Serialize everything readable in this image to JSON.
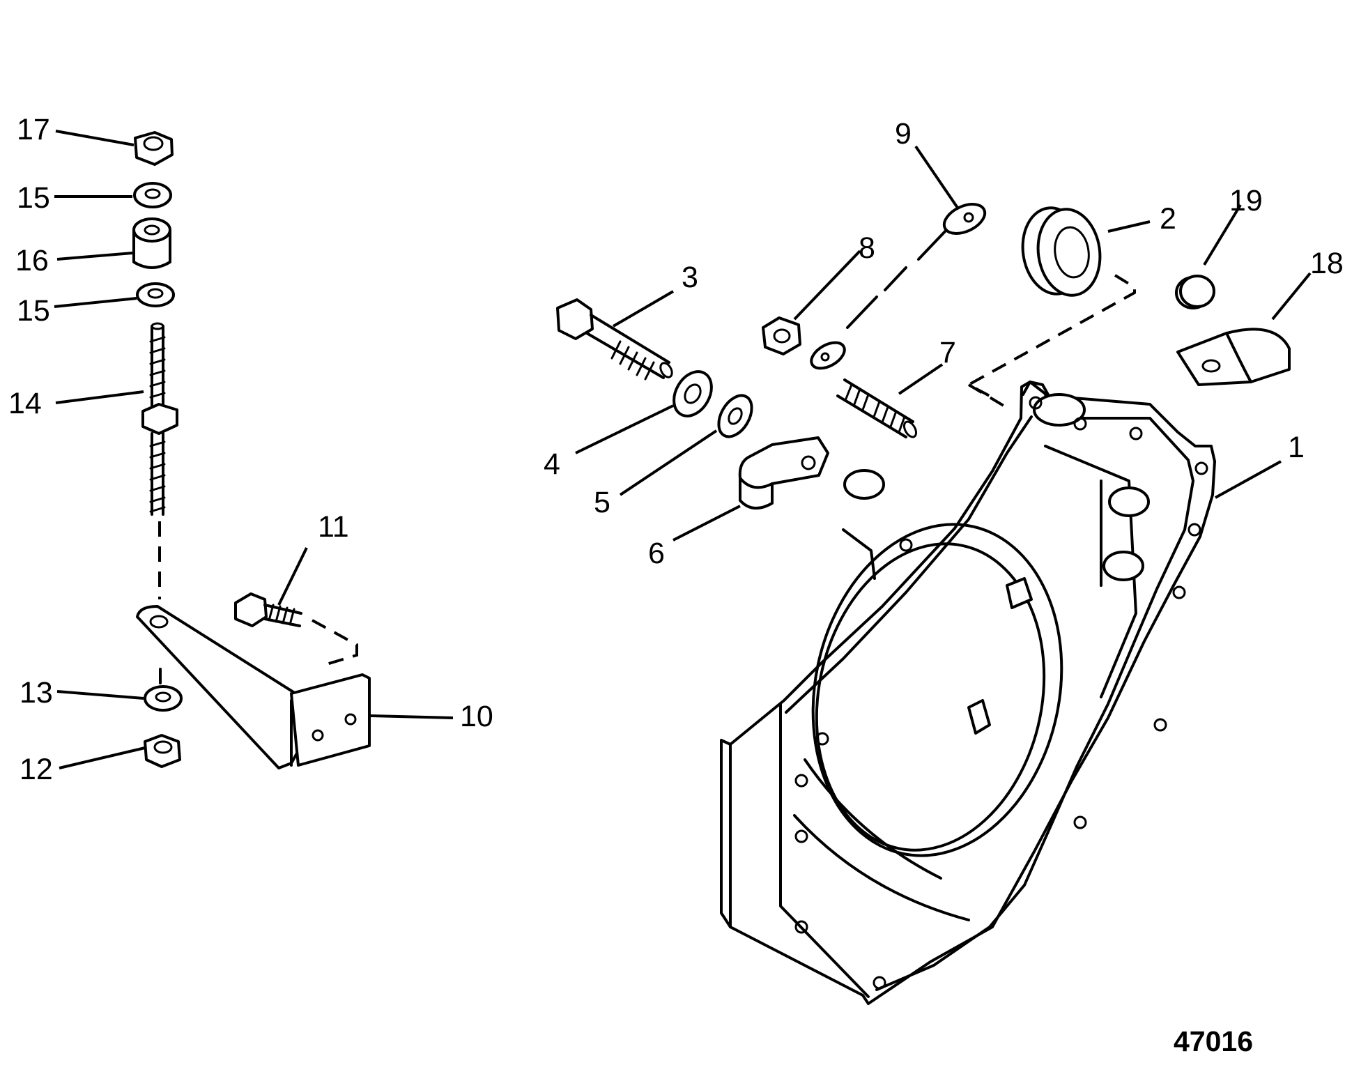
{
  "callouts": {
    "c1": "1",
    "c2": "2",
    "c3": "3",
    "c4": "4",
    "c5": "5",
    "c6": "6",
    "c7": "7",
    "c8": "8",
    "c9": "9",
    "c10": "10",
    "c11": "11",
    "c12": "12",
    "c13": "13",
    "c14": "14",
    "c15a": "15",
    "c15b": "15",
    "c16": "16",
    "c17": "17",
    "c18": "18",
    "c19": "19"
  },
  "figure_number": "47016"
}
